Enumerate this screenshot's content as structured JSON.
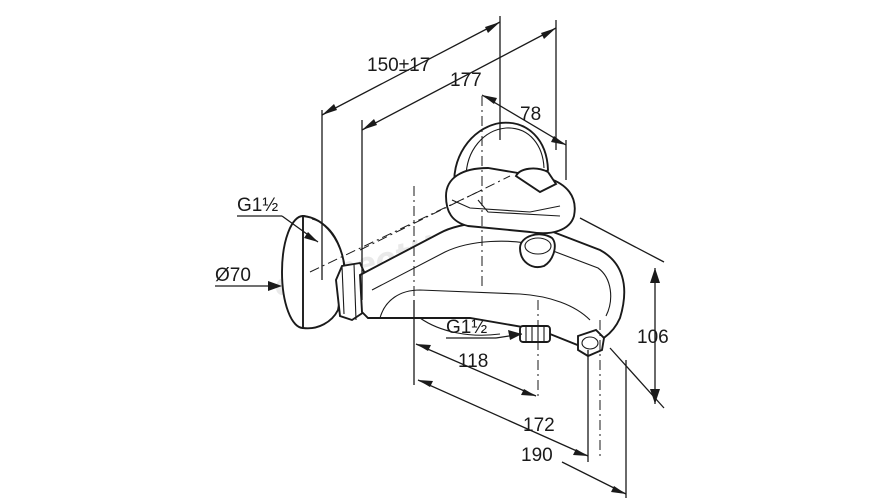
{
  "diagram": {
    "dimensions": {
      "mount_distance": "150±17",
      "total_depth": "177",
      "handle_depth": "78",
      "thread_top": "G1½",
      "rosette_diameter": "Ø70",
      "thread_bottom": "G1½",
      "outlet_offset": "118",
      "spout_reach": "172",
      "total_reach": "190",
      "height": "106"
    },
    "watermark": "onlineotthon.hu"
  }
}
